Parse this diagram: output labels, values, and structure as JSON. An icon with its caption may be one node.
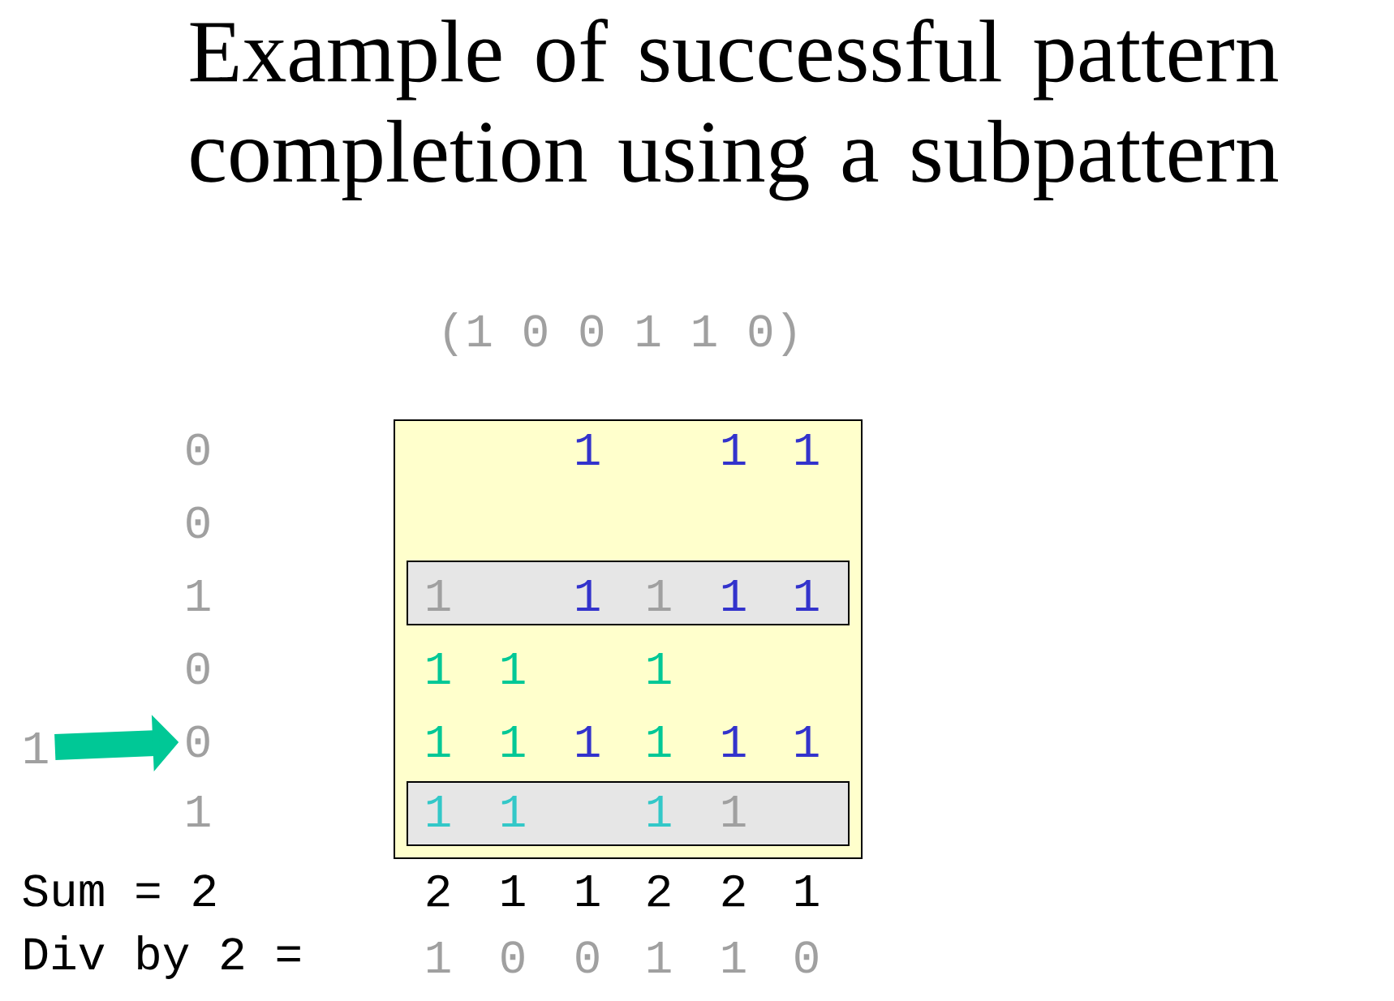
{
  "diagram": {
    "title": "Example of successful pattern completion using a subpattern",
    "nodes": [
      {
        "text": [
          "1"
        ]
      },
      {
        "text": [
          "0"
        ]
      },
      {
        "text": [
          "1",
          "1",
          "1",
          "1",
          "1",
          "1",
          "1",
          "1",
          "1",
          "1",
          "1",
          "1"
        ]
      },
      {
        "text": [
          "1",
          "1",
          "1",
          "1",
          "1"
        ],
        "in": 2
      },
      {
        "text": [
          "1",
          "1",
          "1",
          "1"
        ],
        "in": 2
      }
    ],
    "edges": [
      {
        "from": 0,
        "to": 1,
        "arrow": "to"
      }
    ],
    "labels": [
      "(1 0 0 1 1 0)",
      "0",
      "0",
      "1",
      "0",
      "1",
      "Sum = 2",
      "2",
      "1",
      "1",
      "2",
      "2",
      "1",
      "Div by 2 =",
      "1",
      "0",
      "0",
      "1",
      "1",
      "0"
    ]
  }
}
